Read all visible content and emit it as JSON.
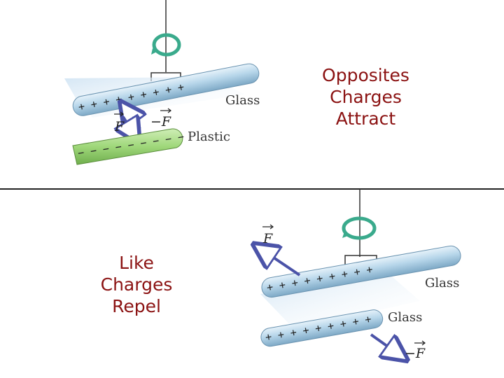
{
  "slide": {
    "top_caption": [
      "Opposites",
      "Charges",
      "Attract"
    ],
    "bottom_caption": [
      "Like",
      "Charges",
      "Repel"
    ]
  },
  "diagram_top": {
    "rod_upper_label": "Glass",
    "rod_lower_label": "Plastic",
    "force_on_glass": "F",
    "force_on_plastic": "−F",
    "upper_charges": "+ + + + + + + + +",
    "lower_charges": "− − − − − − − − −"
  },
  "diagram_bottom": {
    "rod_upper_label": "Glass",
    "rod_lower_label": "Glass",
    "force_on_upper": "F",
    "force_on_lower": "−F",
    "upper_charges": "+ + + + + + + + +",
    "lower_charges": "+ + + + + + + + +"
  },
  "colors": {
    "caption": "#8b1212",
    "glass_rod": "#a9cce3",
    "plastic_rod": "#8fcc6a",
    "arrow": "#5b62b5",
    "rotation_arrow": "#3aaa8c"
  }
}
